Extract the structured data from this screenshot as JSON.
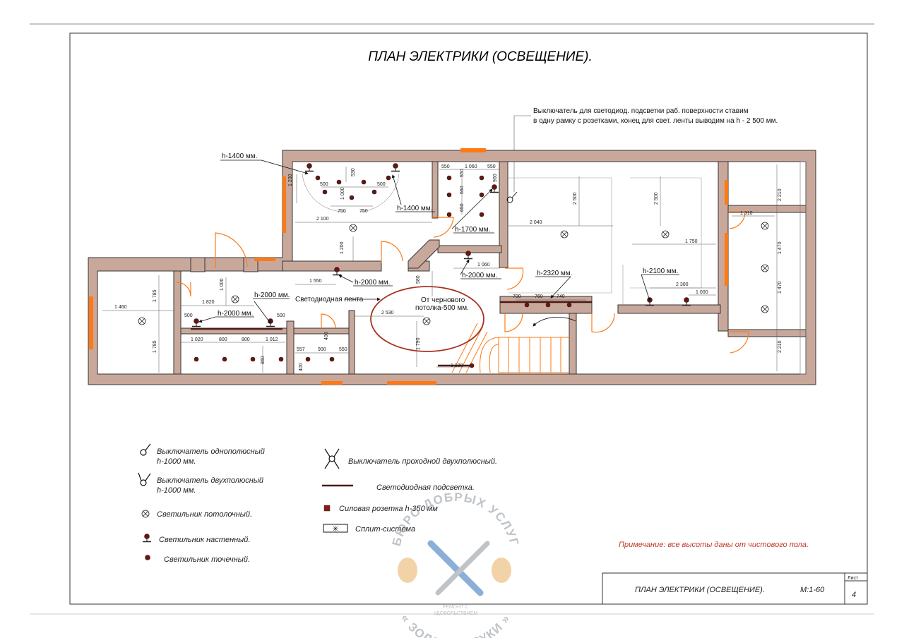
{
  "sheet": {
    "title": "ПЛАН ЭЛЕКТРИКИ (ОСВЕЩЕНИЕ).",
    "stamp_title": "ПЛАН ЭЛЕКТРИКИ (ОСВЕЩЕНИЕ).",
    "scale": "М:1-60",
    "sheet_label": "Лист",
    "sheet_number": "4"
  },
  "annotations": {
    "switch_note_line1": "Выключатель для светодиод. подсветки раб. поверхности ставим",
    "switch_note_line2": "в одну рамку с розетками, конец для свет. ленты выводим на h - 2 500 мм.",
    "led_strip": "Светодиодная лента",
    "ceiling_note_line1": "От чернового",
    "ceiling_note_line2": "потолка-500 мм.",
    "h1400_a": "h-1400 мм.",
    "h1400_b": "h-1400 мм.",
    "h1700": "h-1700 мм.",
    "h2000_a": "h-2000 мм.",
    "h2000_b": "h-2000 мм.",
    "h2000_c": "h-2000 мм.",
    "h2000_d": "h-2000 мм.",
    "h2320": "h-2320 мм.",
    "h2100": "h-2100 мм."
  },
  "dimensions": {
    "d1230": "1 230",
    "d500a": "500",
    "d1000a": "1 000",
    "d530": "530",
    "d500b": "500",
    "d750a": "750",
    "d750b": "750",
    "d2100": "2 100",
    "d1200": "1 200",
    "d550a": "550",
    "d1060a": "1 060",
    "d550b": "550",
    "d550c": "550",
    "d650a": "650",
    "d650b": "650",
    "d900a": "900",
    "d2500a": "2 500",
    "d2040": "2 040",
    "d2500b": "2 500",
    "d1750": "1 750",
    "d2210a": "2 210",
    "d1310": "1 310",
    "d1470a": "1 470",
    "d1470b": "1 470",
    "d2210b": "2 210",
    "d1785a": "1 785",
    "d1785b": "1 785",
    "d1460": "1 460",
    "d1000b": "1 000",
    "d1820": "1 820",
    "d500c": "500",
    "d500d": "500",
    "d1020": "1 020",
    "d800a": "800",
    "d800b": "800",
    "d1012": "1 012",
    "d860": "860",
    "d400a": "400",
    "d557": "557",
    "d900b": "900",
    "d550d": "550",
    "d400b": "400",
    "d1550": "1 550",
    "d580": "580",
    "d2530": "2 530",
    "d1790": "1 790",
    "d1180": "1 180",
    "d1060b": "1 060",
    "d700": "700",
    "d760": "760",
    "d740": "740",
    "d2300": "2 300",
    "d1000c": "1 000"
  },
  "legend": {
    "switch_single_l1": "Выключатель однополюсный",
    "switch_single_l2": "h-1000  мм.",
    "switch_double_l1": "Выключатель двухполюсный",
    "switch_double_l2": "h-1000  мм.",
    "ceiling_light": "Светильник потолочный.",
    "wall_light": "Светильник настенный.",
    "spot_light": "Светильник точечный.",
    "pass_switch": "Выключатель проходной двухполюсный.",
    "led_light": "Светодиодная подсветка.",
    "socket": "Силовая розетка  h-350 мм",
    "split": "Сплит-система"
  },
  "note": "Примечание: все высоты даны от чистового пола.",
  "watermark": {
    "arc_top": "БЮРО ДОБРЫХ УСЛУГ",
    "arc_bottom": "« ЗОЛОТЫЕ РУКИ »",
    "center_l1": "РЕМОНТ С",
    "center_l2": "УДОВОЛЬСТВИЕМ"
  },
  "colors": {
    "wall": "#c9a89c",
    "window": "#ff7a14",
    "circle": "#a8321f",
    "note": "#c0392b",
    "watermark": "#9aa3ad"
  }
}
